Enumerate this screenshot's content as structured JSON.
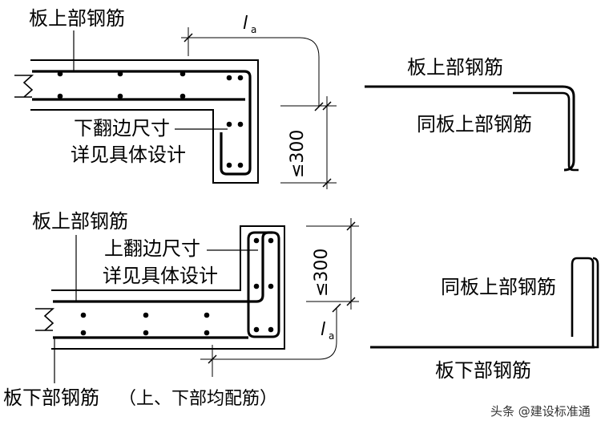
{
  "top_detail": {
    "label_top_rebar": "板上部钢筋",
    "label_flange_l1": "下翻边尺寸",
    "label_flange_l2": "详见具体设计",
    "dim_anchor": "l",
    "dim_anchor_sub": "a",
    "dim_height": "≤300"
  },
  "bottom_detail": {
    "label_top_rebar": "板上部钢筋",
    "label_flange_l1": "上翻边尺寸",
    "label_flange_l2": "详见具体设计",
    "dim_height": "≤300",
    "dim_anchor": "l",
    "dim_anchor_sub": "a",
    "label_bottom_rebar": "板下部钢筋",
    "note": "（上、下部均配筋）"
  },
  "right_top": {
    "label_top_rebar": "板上部钢筋",
    "label_same": "同板上部钢筋"
  },
  "right_bottom": {
    "label_same": "同板上部钢筋",
    "label_bottom_rebar": "板下部钢筋"
  },
  "watermark": "头条 @建设标准通"
}
